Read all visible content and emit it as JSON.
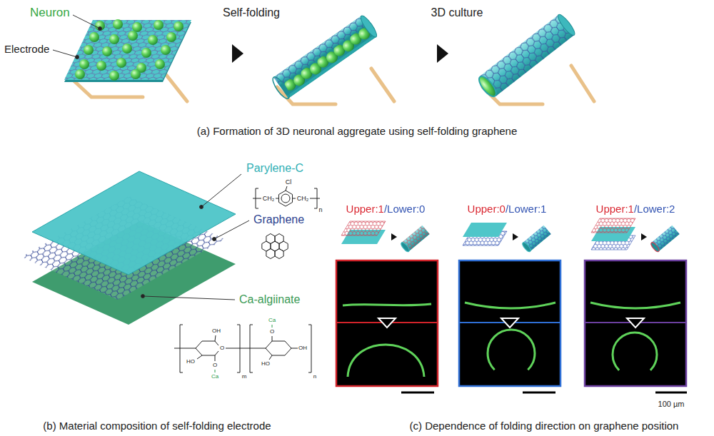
{
  "diagram": {
    "labels": [
      "Neuron",
      "Electrode",
      "Self-folding",
      "3D culture",
      "(a) Formation of 3D neuronal aggregate using self-folding graphene",
      "Parylene-C",
      "Cl",
      "CH₂",
      "CH₂",
      "n",
      "Graphene",
      "Ca-algiinate",
      "OH",
      "HO",
      "O",
      "O",
      "Ca",
      "Ca",
      "O",
      "OH",
      "HO",
      "m",
      "n",
      "(b) Material composition of self-folding electrode",
      "Upper:1/Lower:0",
      "Upper:0/Lower:1",
      "Upper:1/Lower:2",
      "100 µm",
      "(c) Dependence of folding direction on graphene position"
    ]
  }
}
